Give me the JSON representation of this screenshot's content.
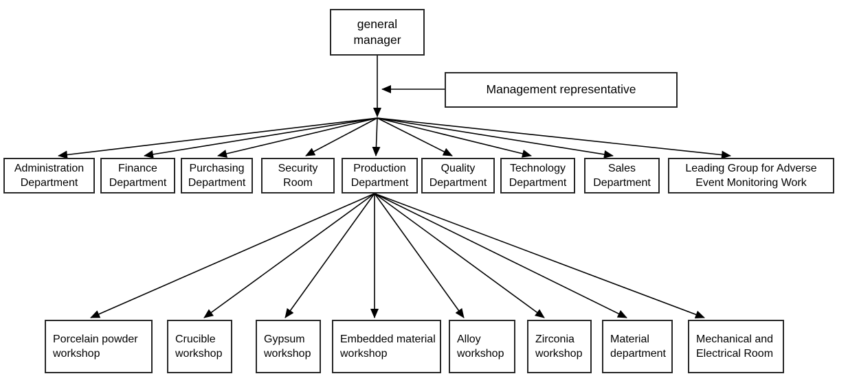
{
  "diagram": {
    "type": "org-chart",
    "root": "general manager",
    "staff_note": "Management representative",
    "level2": [
      "Administration Department",
      "Finance Department",
      "Purchasing Department",
      "Security Room",
      "Production Department",
      "Quality Department",
      "Technology Department",
      "Sales Department",
      "Leading Group for Adverse Event Monitoring Work"
    ],
    "level3_parent": "Production Department",
    "level3": [
      "Porcelain powder workshop",
      "Crucible workshop",
      "Gypsum workshop",
      "Embedded material workshop",
      "Alloy workshop",
      "Zirconia workshop",
      "Material department",
      "Mechanical and Electrical Room"
    ],
    "colors": {
      "line": "#000000",
      "border": "#262626",
      "text": "#000000",
      "background": "#ffffff"
    }
  }
}
